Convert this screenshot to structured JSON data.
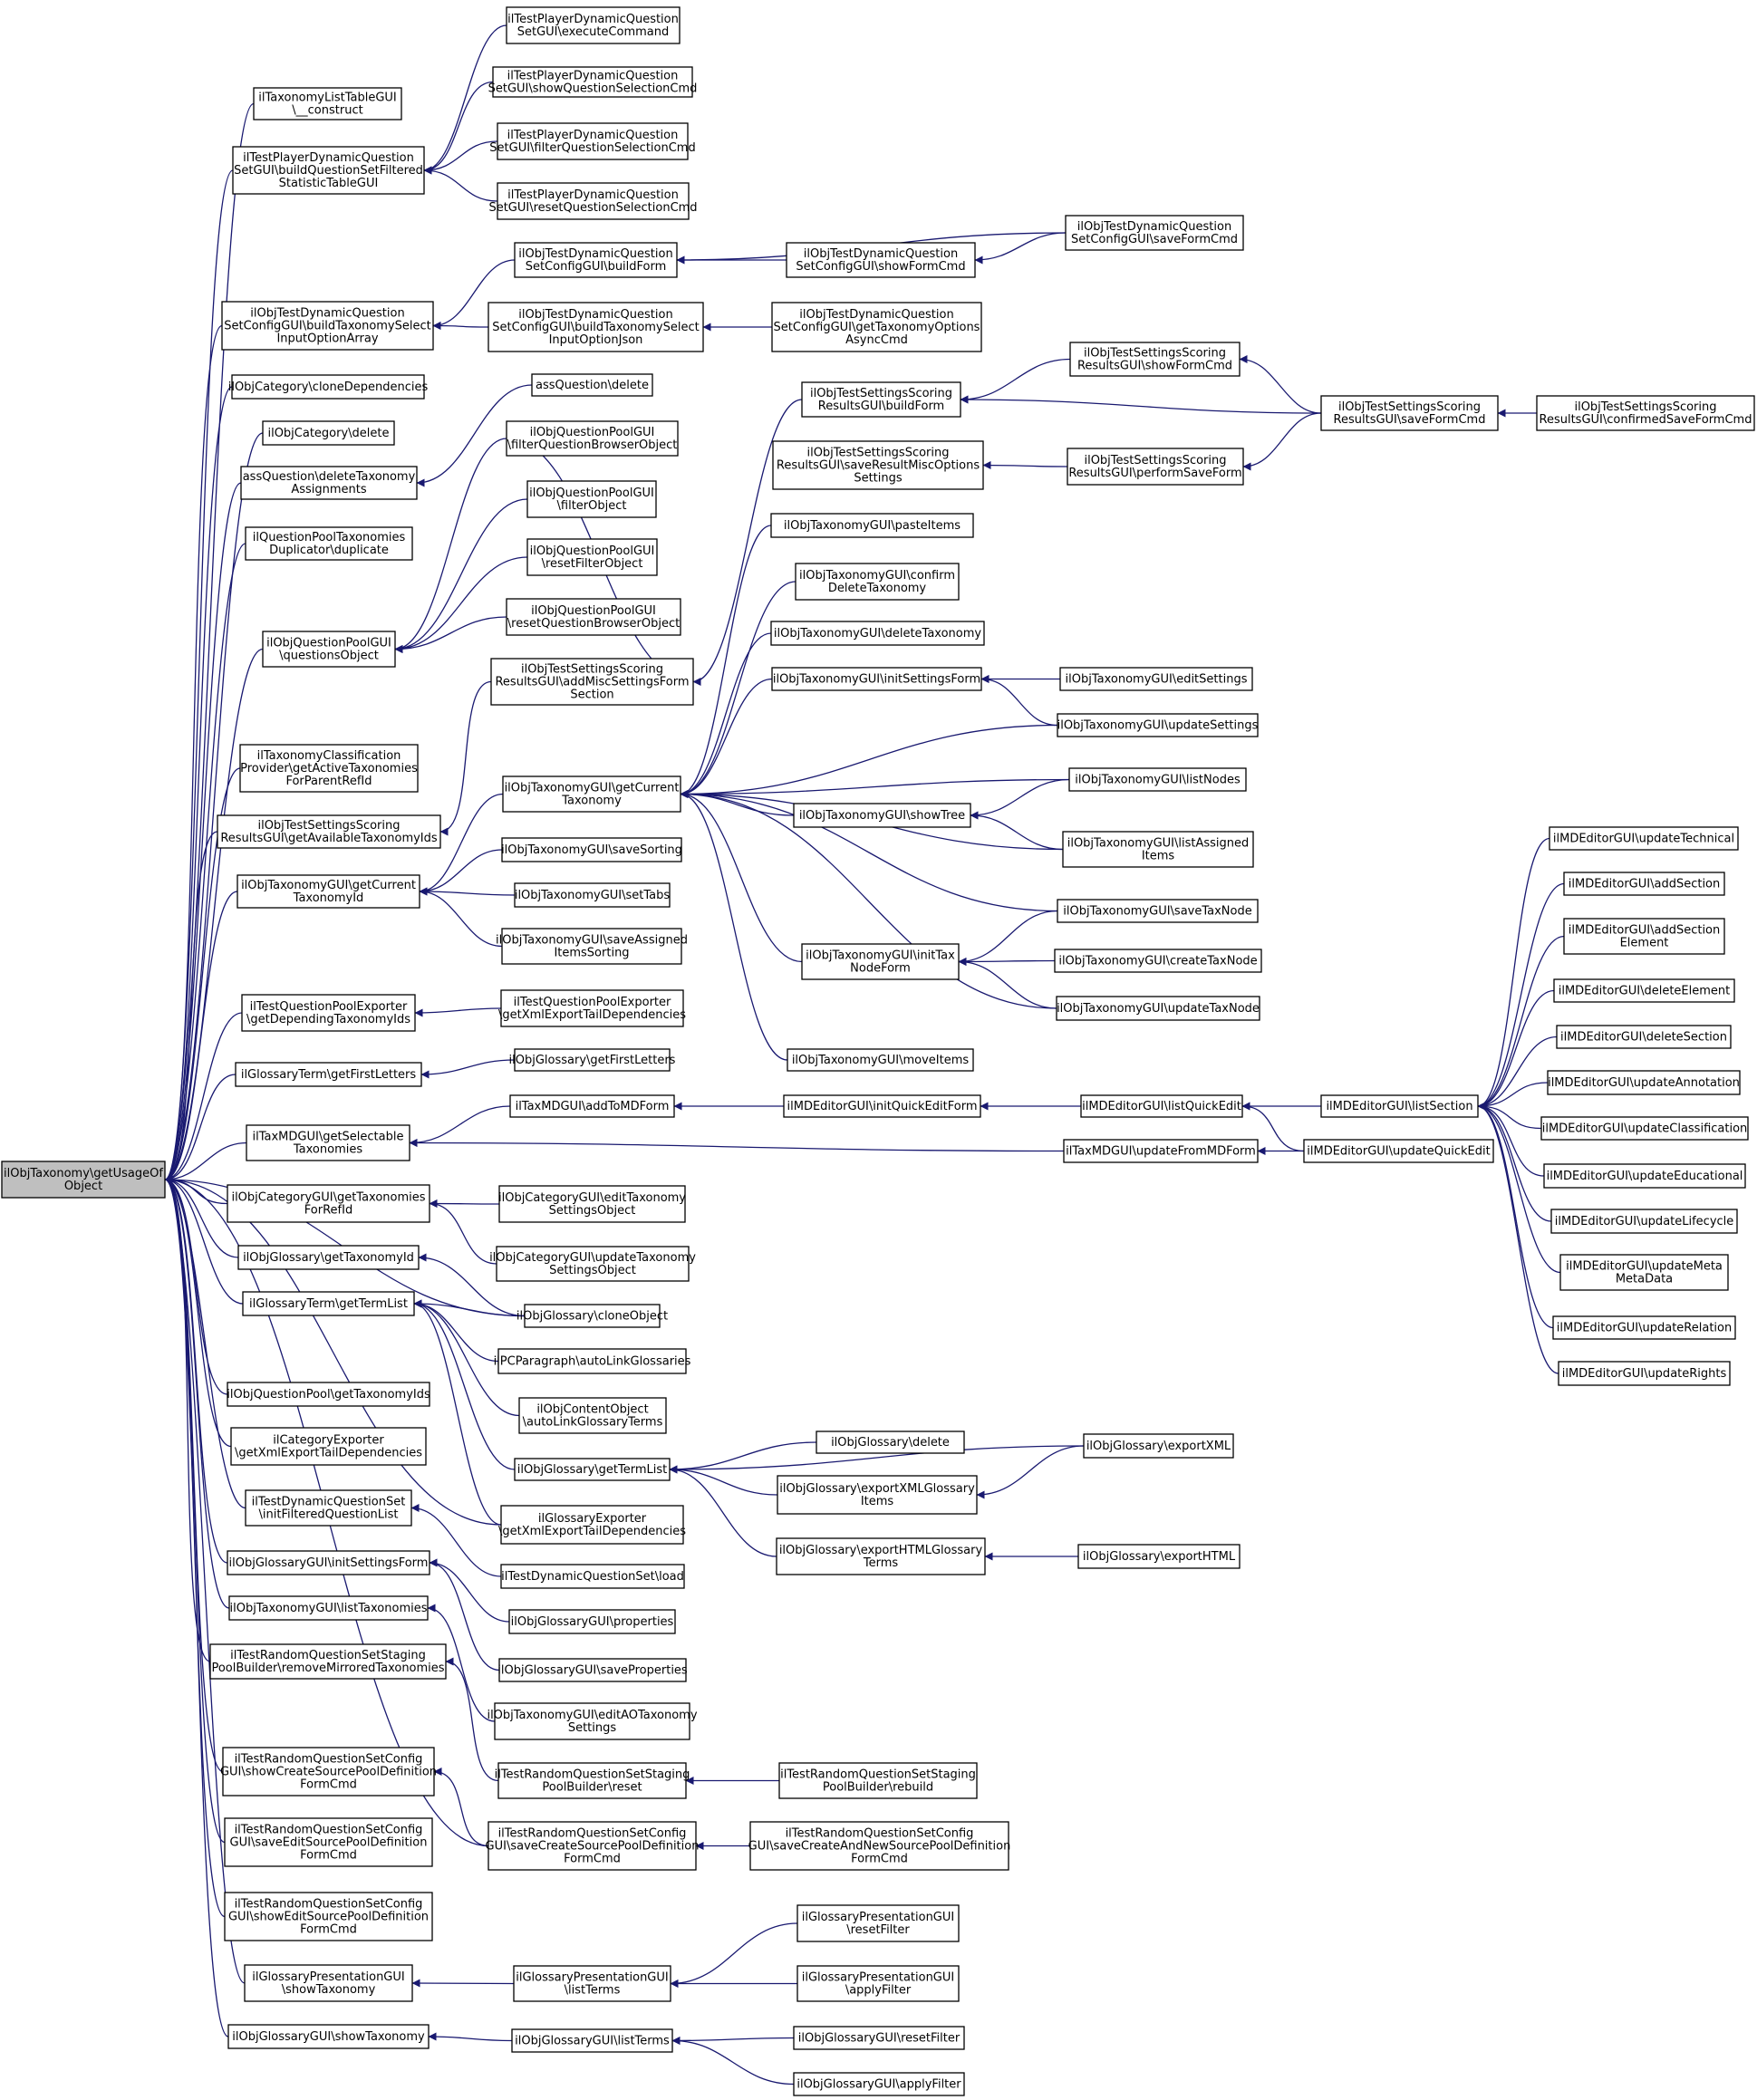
{
  "edge_color": "#191970",
  "root_fill": "#bfbfbf",
  "nodes": [
    {
      "id": "root",
      "lines": [
        "ilObjTaxonomy\\getUsageOf",
        "Object"
      ]
    },
    {
      "id": "n1",
      "lines": [
        "ilTaxonomyListTableGUI",
        "\\__construct"
      ]
    },
    {
      "id": "n2",
      "lines": [
        "ilTestPlayerDynamicQuestion",
        "SetGUI\\buildQuestionSetFiltered",
        "StatisticTableGUI"
      ]
    },
    {
      "id": "n3",
      "lines": [
        "ilObjTestDynamicQuestion",
        "SetConfigGUI\\buildTaxonomySelect",
        "InputOptionArray"
      ]
    },
    {
      "id": "n4",
      "lines": [
        "ilObjCategory\\cloneDependencies"
      ]
    },
    {
      "id": "n5",
      "lines": [
        "ilObjCategory\\delete"
      ]
    },
    {
      "id": "n6",
      "lines": [
        "assQuestion\\deleteTaxonomy",
        "Assignments"
      ]
    },
    {
      "id": "n7",
      "lines": [
        "ilQuestionPoolTaxonomies",
        "Duplicator\\duplicate"
      ]
    },
    {
      "id": "n8",
      "lines": [
        "ilObjQuestionPoolGUI",
        "\\questionsObject"
      ]
    },
    {
      "id": "n9",
      "lines": [
        "ilTaxonomyClassification",
        "Provider\\getActiveTaxonomies",
        "ForParentRefId"
      ]
    },
    {
      "id": "n10",
      "lines": [
        "ilObjTestSettingsScoring",
        "ResultsGUI\\getAvailableTaxonomyIds"
      ]
    },
    {
      "id": "n11",
      "lines": [
        "ilObjTaxonomyGUI\\getCurrent",
        "TaxonomyId"
      ]
    },
    {
      "id": "n12",
      "lines": [
        "ilTestQuestionPoolExporter",
        "\\getDependingTaxonomyIds"
      ]
    },
    {
      "id": "n13",
      "lines": [
        "ilGlossaryTerm\\getFirstLetters"
      ]
    },
    {
      "id": "n14",
      "lines": [
        "ilTaxMDGUI\\getSelectable",
        "Taxonomies"
      ]
    },
    {
      "id": "n15",
      "lines": [
        "ilObjCategoryGUI\\getTaxonomies",
        "ForRefId"
      ]
    },
    {
      "id": "n16",
      "lines": [
        "ilObjGlossary\\getTaxonomyId"
      ]
    },
    {
      "id": "n17",
      "lines": [
        "ilGlossaryTerm\\getTermList"
      ]
    },
    {
      "id": "n18",
      "lines": [
        "ilObjQuestionPool\\getTaxonomyIds"
      ]
    },
    {
      "id": "n19",
      "lines": [
        "ilCategoryExporter",
        "\\getXmlExportTailDependencies"
      ]
    },
    {
      "id": "n20",
      "lines": [
        "ilTestDynamicQuestionSet",
        "\\initFilteredQuestionList"
      ]
    },
    {
      "id": "n21",
      "lines": [
        "ilObjGlossaryGUI\\initSettingsForm"
      ]
    },
    {
      "id": "n22",
      "lines": [
        "ilObjTaxonomyGUI\\listTaxonomies"
      ]
    },
    {
      "id": "n23",
      "lines": [
        "ilTestRandomQuestionSetStaging",
        "PoolBuilder\\removeMirroredTaxonomies"
      ]
    },
    {
      "id": "n24",
      "lines": [
        "ilTestRandomQuestionSetConfig",
        "GUI\\showCreateSourcePoolDefinition",
        "FormCmd"
      ]
    },
    {
      "id": "n25",
      "lines": [
        "ilTestRandomQuestionSetConfig",
        "GUI\\saveEditSourcePoolDefinition",
        "FormCmd"
      ]
    },
    {
      "id": "n26",
      "lines": [
        "ilTestRandomQuestionSetConfig",
        "GUI\\showEditSourcePoolDefinition",
        "FormCmd"
      ]
    },
    {
      "id": "n27",
      "lines": [
        "ilGlossaryPresentationGUI",
        "\\showTaxonomy"
      ]
    },
    {
      "id": "n28",
      "lines": [
        "ilObjGlossaryGUI\\showTaxonomy"
      ]
    },
    {
      "id": "a1",
      "lines": [
        "ilTestPlayerDynamicQuestion",
        "SetGUI\\executeCommand"
      ]
    },
    {
      "id": "a2",
      "lines": [
        "ilTestPlayerDynamicQuestion",
        "SetGUI\\showQuestionSelectionCmd"
      ]
    },
    {
      "id": "a3",
      "lines": [
        "ilTestPlayerDynamicQuestion",
        "SetGUI\\filterQuestionSelectionCmd"
      ]
    },
    {
      "id": "a4",
      "lines": [
        "ilTestPlayerDynamicQuestion",
        "SetGUI\\resetQuestionSelectionCmd"
      ]
    },
    {
      "id": "a5",
      "lines": [
        "ilObjTestDynamicQuestion",
        "SetConfigGUI\\buildForm"
      ]
    },
    {
      "id": "a6",
      "lines": [
        "ilObjTestDynamicQuestion",
        "SetConfigGUI\\buildTaxonomySelect",
        "InputOptionJson"
      ]
    },
    {
      "id": "a7",
      "lines": [
        "assQuestion\\delete"
      ]
    },
    {
      "id": "a8",
      "lines": [
        "ilObjQuestionPoolGUI",
        "\\filterQuestionBrowserObject"
      ]
    },
    {
      "id": "a9",
      "lines": [
        "ilObjQuestionPoolGUI",
        "\\filterObject"
      ]
    },
    {
      "id": "a10",
      "lines": [
        "ilObjQuestionPoolGUI",
        "\\resetFilterObject"
      ]
    },
    {
      "id": "a11",
      "lines": [
        "ilObjQuestionPoolGUI",
        "\\resetQuestionBrowserObject"
      ]
    },
    {
      "id": "a12",
      "lines": [
        "ilObjTestSettingsScoring",
        "ResultsGUI\\addMiscSettingsForm",
        "Section"
      ]
    },
    {
      "id": "a13",
      "lines": [
        "ilObjTaxonomyGUI\\getCurrent",
        "Taxonomy"
      ]
    },
    {
      "id": "a14",
      "lines": [
        "ilObjTaxonomyGUI\\saveSorting"
      ]
    },
    {
      "id": "a15",
      "lines": [
        "ilObjTaxonomyGUI\\setTabs"
      ]
    },
    {
      "id": "a16",
      "lines": [
        "ilObjTaxonomyGUI\\saveAssigned",
        "ItemsSorting"
      ]
    },
    {
      "id": "a17",
      "lines": [
        "ilTestQuestionPoolExporter",
        "\\getXmlExportTailDependencies"
      ]
    },
    {
      "id": "a18",
      "lines": [
        "ilObjGlossary\\getFirstLetters"
      ]
    },
    {
      "id": "a19",
      "lines": [
        "ilTaxMDGUI\\addToMDForm"
      ]
    },
    {
      "id": "a20",
      "lines": [
        "ilObjCategoryGUI\\editTaxonomy",
        "SettingsObject"
      ]
    },
    {
      "id": "a21",
      "lines": [
        "ilObjCategoryGUI\\updateTaxonomy",
        "SettingsObject"
      ]
    },
    {
      "id": "a22",
      "lines": [
        "ilObjGlossary\\cloneObject"
      ]
    },
    {
      "id": "a23",
      "lines": [
        "ilPCParagraph\\autoLinkGlossaries"
      ]
    },
    {
      "id": "a24",
      "lines": [
        "ilObjContentObject",
        "\\autoLinkGlossaryTerms"
      ]
    },
    {
      "id": "a25",
      "lines": [
        "ilObjGlossary\\getTermList"
      ]
    },
    {
      "id": "a26",
      "lines": [
        "ilGlossaryExporter",
        "\\getXmlExportTailDependencies"
      ]
    },
    {
      "id": "a27",
      "lines": [
        "ilTestDynamicQuestionSet\\load"
      ]
    },
    {
      "id": "a28",
      "lines": [
        "ilObjGlossaryGUI\\properties"
      ]
    },
    {
      "id": "a29",
      "lines": [
        "ilObjGlossaryGUI\\saveProperties"
      ]
    },
    {
      "id": "a30",
      "lines": [
        "ilObjTaxonomyGUI\\editAOTaxonomy",
        "Settings"
      ]
    },
    {
      "id": "a31",
      "lines": [
        "ilTestRandomQuestionSetStaging",
        "PoolBuilder\\reset"
      ]
    },
    {
      "id": "a32",
      "lines": [
        "ilTestRandomQuestionSetConfig",
        "GUI\\saveCreateSourcePoolDefinition",
        "FormCmd"
      ]
    },
    {
      "id": "a33",
      "lines": [
        "ilGlossaryPresentationGUI",
        "\\listTerms"
      ]
    },
    {
      "id": "a34",
      "lines": [
        "ilObjGlossaryGUI\\listTerms"
      ]
    },
    {
      "id": "b1",
      "lines": [
        "ilObjTestDynamicQuestion",
        "SetConfigGUI\\showFormCmd"
      ]
    },
    {
      "id": "b2",
      "lines": [
        "ilObjTestDynamicQuestion",
        "SetConfigGUI\\getTaxonomyOptions",
        "AsyncCmd"
      ]
    },
    {
      "id": "b3",
      "lines": [
        "ilObjTestSettingsScoring",
        "ResultsGUI\\buildForm"
      ]
    },
    {
      "id": "b4",
      "lines": [
        "ilObjTestSettingsScoring",
        "ResultsGUI\\saveResultMiscOptions",
        "Settings"
      ]
    },
    {
      "id": "b5",
      "lines": [
        "ilObjTaxonomyGUI\\pasteItems"
      ]
    },
    {
      "id": "b6",
      "lines": [
        "ilObjTaxonomyGUI\\confirm",
        "DeleteTaxonomy"
      ]
    },
    {
      "id": "b7",
      "lines": [
        "ilObjTaxonomyGUI\\deleteTaxonomy"
      ]
    },
    {
      "id": "b8",
      "lines": [
        "ilObjTaxonomyGUI\\initSettingsForm"
      ]
    },
    {
      "id": "b9",
      "lines": [
        "ilObjTaxonomyGUI\\showTree"
      ]
    },
    {
      "id": "b10",
      "lines": [
        "ilObjTaxonomyGUI\\initTax",
        "NodeForm"
      ]
    },
    {
      "id": "b11",
      "lines": [
        "ilObjTaxonomyGUI\\moveItems"
      ]
    },
    {
      "id": "b12",
      "lines": [
        "ilMDEditorGUI\\initQuickEditForm"
      ]
    },
    {
      "id": "b13",
      "lines": [
        "ilObjGlossary\\delete"
      ]
    },
    {
      "id": "b14",
      "lines": [
        "ilObjGlossary\\exportXMLGlossary",
        "Items"
      ]
    },
    {
      "id": "b15",
      "lines": [
        "ilObjGlossary\\exportHTMLGlossary",
        "Terms"
      ]
    },
    {
      "id": "b16",
      "lines": [
        "ilTestRandomQuestionSetStaging",
        "PoolBuilder\\rebuild"
      ]
    },
    {
      "id": "b17",
      "lines": [
        "ilTestRandomQuestionSetConfig",
        "GUI\\saveCreateAndNewSourcePoolDefinition",
        "FormCmd"
      ]
    },
    {
      "id": "b18",
      "lines": [
        "ilGlossaryPresentationGUI",
        "\\resetFilter"
      ]
    },
    {
      "id": "b19",
      "lines": [
        "ilGlossaryPresentationGUI",
        "\\applyFilter"
      ]
    },
    {
      "id": "b20",
      "lines": [
        "ilObjGlossaryGUI\\resetFilter"
      ]
    },
    {
      "id": "b21",
      "lines": [
        "ilObjGlossaryGUI\\applyFilter"
      ]
    },
    {
      "id": "c1",
      "lines": [
        "ilObjTestDynamicQuestion",
        "SetConfigGUI\\saveFormCmd"
      ]
    },
    {
      "id": "c2",
      "lines": [
        "ilObjTestSettingsScoring",
        "ResultsGUI\\showFormCmd"
      ]
    },
    {
      "id": "c3",
      "lines": [
        "ilObjTestSettingsScoring",
        "ResultsGUI\\performSaveForm"
      ]
    },
    {
      "id": "c4",
      "lines": [
        "ilObjTaxonomyGUI\\editSettings"
      ]
    },
    {
      "id": "c5",
      "lines": [
        "ilObjTaxonomyGUI\\updateSettings"
      ]
    },
    {
      "id": "c6",
      "lines": [
        "ilObjTaxonomyGUI\\listNodes"
      ]
    },
    {
      "id": "c7",
      "lines": [
        "ilObjTaxonomyGUI\\listAssigned",
        "Items"
      ]
    },
    {
      "id": "c8",
      "lines": [
        "ilObjTaxonomyGUI\\saveTaxNode"
      ]
    },
    {
      "id": "c9",
      "lines": [
        "ilObjTaxonomyGUI\\createTaxNode"
      ]
    },
    {
      "id": "c10",
      "lines": [
        "ilObjTaxonomyGUI\\updateTaxNode"
      ]
    },
    {
      "id": "c11",
      "lines": [
        "ilMDEditorGUI\\listQuickEdit"
      ]
    },
    {
      "id": "c12",
      "lines": [
        "ilTaxMDGUI\\updateFromMDForm"
      ]
    },
    {
      "id": "c13",
      "lines": [
        "ilObjGlossary\\exportXML"
      ]
    },
    {
      "id": "c14",
      "lines": [
        "ilObjGlossary\\exportHTML"
      ]
    },
    {
      "id": "d1",
      "lines": [
        "ilObjTestSettingsScoring",
        "ResultsGUI\\saveFormCmd"
      ]
    },
    {
      "id": "d2",
      "lines": [
        "ilMDEditorGUI\\listSection"
      ]
    },
    {
      "id": "d3",
      "lines": [
        "ilMDEditorGUI\\updateQuickEdit"
      ]
    },
    {
      "id": "e1",
      "lines": [
        "ilObjTestSettingsScoring",
        "ResultsGUI\\confirmedSaveFormCmd"
      ]
    },
    {
      "id": "m1",
      "lines": [
        "ilMDEditorGUI\\updateTechnical"
      ]
    },
    {
      "id": "m2",
      "lines": [
        "ilMDEditorGUI\\addSection"
      ]
    },
    {
      "id": "m3",
      "lines": [
        "ilMDEditorGUI\\addSection",
        "Element"
      ]
    },
    {
      "id": "m4",
      "lines": [
        "ilMDEditorGUI\\deleteElement"
      ]
    },
    {
      "id": "m5",
      "lines": [
        "ilMDEditorGUI\\deleteSection"
      ]
    },
    {
      "id": "m6",
      "lines": [
        "ilMDEditorGUI\\updateAnnotation"
      ]
    },
    {
      "id": "m7",
      "lines": [
        "ilMDEditorGUI\\updateClassification"
      ]
    },
    {
      "id": "m8",
      "lines": [
        "ilMDEditorGUI\\updateEducational"
      ]
    },
    {
      "id": "m9",
      "lines": [
        "ilMDEditorGUI\\updateLifecycle"
      ]
    },
    {
      "id": "m10",
      "lines": [
        "ilMDEditorGUI\\updateMeta",
        "MetaData"
      ]
    },
    {
      "id": "m11",
      "lines": [
        "ilMDEditorGUI\\updateRelation"
      ]
    },
    {
      "id": "m12",
      "lines": [
        "ilMDEditorGUI\\updateRights"
      ]
    }
  ],
  "edges": [
    [
      "n1",
      "root"
    ],
    [
      "n2",
      "root"
    ],
    [
      "n3",
      "root"
    ],
    [
      "n4",
      "root"
    ],
    [
      "n5",
      "root"
    ],
    [
      "n6",
      "root"
    ],
    [
      "n7",
      "root"
    ],
    [
      "n8",
      "root"
    ],
    [
      "n9",
      "root"
    ],
    [
      "n10",
      "root"
    ],
    [
      "n11",
      "root"
    ],
    [
      "n12",
      "root"
    ],
    [
      "n13",
      "root"
    ],
    [
      "n14",
      "root"
    ],
    [
      "n15",
      "root"
    ],
    [
      "n16",
      "root"
    ],
    [
      "n17",
      "root"
    ],
    [
      "n18",
      "root"
    ],
    [
      "n19",
      "root"
    ],
    [
      "n20",
      "root"
    ],
    [
      "n21",
      "root"
    ],
    [
      "n22",
      "root"
    ],
    [
      "n23",
      "root"
    ],
    [
      "n24",
      "root"
    ],
    [
      "n25",
      "root"
    ],
    [
      "n26",
      "root"
    ],
    [
      "n27",
      "root"
    ],
    [
      "n28",
      "root"
    ],
    [
      "a22",
      "root"
    ],
    [
      "a26",
      "root"
    ],
    [
      "a32",
      "root"
    ],
    [
      "a1",
      "n2"
    ],
    [
      "a2",
      "n2"
    ],
    [
      "a3",
      "n2"
    ],
    [
      "a4",
      "n2"
    ],
    [
      "a5",
      "n3"
    ],
    [
      "a6",
      "n3"
    ],
    [
      "a7",
      "n6"
    ],
    [
      "a8",
      "n8"
    ],
    [
      "a9",
      "n8"
    ],
    [
      "a10",
      "n8"
    ],
    [
      "a11",
      "n8"
    ],
    [
      "a12",
      "n10"
    ],
    [
      "a13",
      "n11"
    ],
    [
      "a14",
      "n11"
    ],
    [
      "a15",
      "n11"
    ],
    [
      "a16",
      "n11"
    ],
    [
      "a17",
      "n12"
    ],
    [
      "a18",
      "n13"
    ],
    [
      "a19",
      "n14"
    ],
    [
      "c12",
      "n14"
    ],
    [
      "a20",
      "n15"
    ],
    [
      "a21",
      "n15"
    ],
    [
      "a22",
      "n16"
    ],
    [
      "a22",
      "n17"
    ],
    [
      "a23",
      "n17"
    ],
    [
      "a24",
      "n17"
    ],
    [
      "a25",
      "n17"
    ],
    [
      "a26",
      "n17"
    ],
    [
      "a27",
      "n20"
    ],
    [
      "a28",
      "n21"
    ],
    [
      "a29",
      "n21"
    ],
    [
      "a30",
      "n22"
    ],
    [
      "a31",
      "n23"
    ],
    [
      "a32",
      "n24"
    ],
    [
      "a33",
      "n27"
    ],
    [
      "a34",
      "n28"
    ],
    [
      "b1",
      "a5"
    ],
    [
      "c1",
      "a5"
    ],
    [
      "c1",
      "b1"
    ],
    [
      "b2",
      "a6"
    ],
    [
      "a8",
      "a12"
    ],
    [
      "b3",
      "a12"
    ],
    [
      "c2",
      "b3"
    ],
    [
      "d1",
      "b3"
    ],
    [
      "d1",
      "c2"
    ],
    [
      "c3",
      "b4"
    ],
    [
      "d1",
      "c3"
    ],
    [
      "e1",
      "d1"
    ],
    [
      "b5",
      "a13"
    ],
    [
      "b6",
      "a13"
    ],
    [
      "b7",
      "a13"
    ],
    [
      "b8",
      "a13"
    ],
    [
      "c5",
      "a13"
    ],
    [
      "c6",
      "a13"
    ],
    [
      "b9",
      "a13"
    ],
    [
      "c7",
      "a13"
    ],
    [
      "c8",
      "a13"
    ],
    [
      "b10",
      "a13"
    ],
    [
      "c10",
      "a13"
    ],
    [
      "b11",
      "a13"
    ],
    [
      "c4",
      "b8"
    ],
    [
      "c5",
      "b8"
    ],
    [
      "c6",
      "b9"
    ],
    [
      "c7",
      "b9"
    ],
    [
      "c8",
      "b10"
    ],
    [
      "c9",
      "b10"
    ],
    [
      "c10",
      "b10"
    ],
    [
      "b12",
      "a19"
    ],
    [
      "c11",
      "b12"
    ],
    [
      "d2",
      "c11"
    ],
    [
      "d3",
      "c11"
    ],
    [
      "d3",
      "c12"
    ],
    [
      "m1",
      "d2"
    ],
    [
      "m2",
      "d2"
    ],
    [
      "m3",
      "d2"
    ],
    [
      "m4",
      "d2"
    ],
    [
      "m5",
      "d2"
    ],
    [
      "m6",
      "d2"
    ],
    [
      "m7",
      "d2"
    ],
    [
      "m8",
      "d2"
    ],
    [
      "m9",
      "d2"
    ],
    [
      "m10",
      "d2"
    ],
    [
      "m11",
      "d2"
    ],
    [
      "m12",
      "d2"
    ],
    [
      "c13",
      "a25"
    ],
    [
      "b13",
      "a25"
    ],
    [
      "b14",
      "a25"
    ],
    [
      "b15",
      "a25"
    ],
    [
      "c13",
      "b14"
    ],
    [
      "c14",
      "b15"
    ],
    [
      "b16",
      "a31"
    ],
    [
      "b17",
      "a32"
    ],
    [
      "b18",
      "a33"
    ],
    [
      "b19",
      "a33"
    ],
    [
      "b20",
      "a34"
    ],
    [
      "b21",
      "a34"
    ]
  ]
}
